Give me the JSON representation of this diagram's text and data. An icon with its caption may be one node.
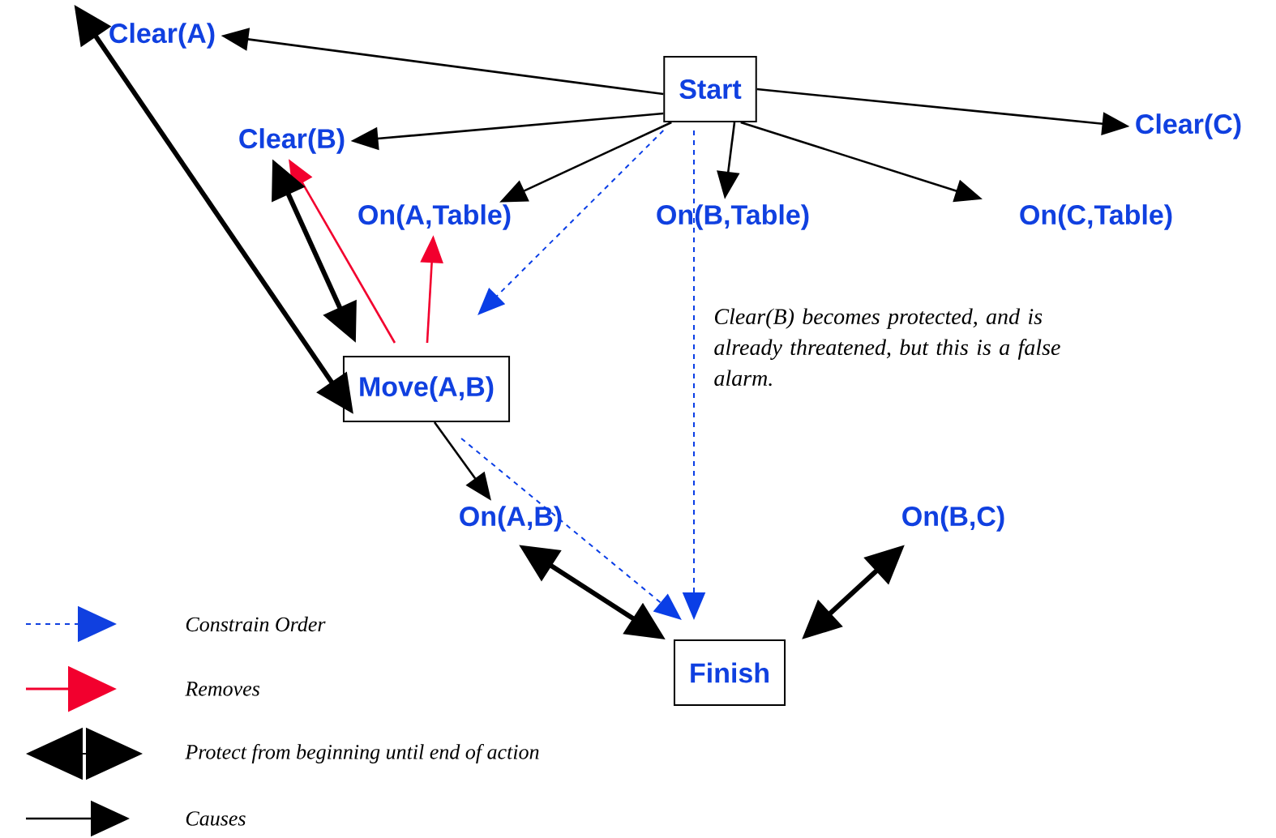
{
  "diagram": {
    "nodes": [
      {
        "text": [
          "Start"
        ]
      },
      {
        "text": [
          "Clear(A)"
        ]
      },
      {
        "text": [
          "Clear(B)"
        ]
      },
      {
        "text": [
          "On(A,Table)"
        ]
      },
      {
        "text": [
          "On(B,Table)"
        ]
      },
      {
        "text": [
          "On(C,Table)"
        ]
      },
      {
        "text": [
          "Clear(C)"
        ]
      },
      {
        "text": [
          "Move(A,B)"
        ]
      },
      {
        "text": [
          "On(A,B)"
        ]
      },
      {
        "text": [
          "On(B,C)"
        ]
      },
      {
        "text": [
          "Finish"
        ]
      }
    ],
    "edges": [
      {
        "from": 0,
        "to": 1,
        "arrow": "to"
      },
      {
        "from": 0,
        "to": 2,
        "arrow": "to"
      },
      {
        "from": 0,
        "to": 3,
        "arrow": "to"
      },
      {
        "from": 0,
        "to": 4,
        "arrow": "to"
      },
      {
        "from": 0,
        "to": 5,
        "arrow": "to"
      },
      {
        "from": 0,
        "to": 6,
        "arrow": "to"
      },
      {
        "from": 0,
        "to": 7,
        "arrow": "to",
        "style": "dashed",
        "color": "#0a3ee6"
      },
      {
        "from": 0,
        "to": 10,
        "arrow": "to",
        "style": "dashed",
        "color": "#0a3ee6"
      },
      {
        "from": 7,
        "to": 2,
        "arrow": "to",
        "color": "#f2002e"
      },
      {
        "from": 7,
        "to": 3,
        "arrow": "to",
        "color": "#f2002e"
      },
      {
        "from": 1,
        "to": 7,
        "arrow": "both",
        "style": "thick"
      },
      {
        "from": 2,
        "to": 7,
        "arrow": "both",
        "style": "thick"
      },
      {
        "from": 7,
        "to": 8,
        "arrow": "to"
      },
      {
        "from": 7,
        "to": 10,
        "arrow": "to",
        "style": "dashed",
        "color": "#0a3ee6"
      },
      {
        "from": 8,
        "to": 10,
        "arrow": "both",
        "style": "thick"
      },
      {
        "from": 9,
        "to": 10,
        "arrow": "both",
        "style": "thick"
      }
    ],
    "labels": [
      "Clear(B) becomes protected, and is already threatened, but this is a false alarm."
    ],
    "legend": [
      {
        "text": "Constrain Order"
      },
      {
        "text": "Removes"
      },
      {
        "text": "Protect from beginning until end of action"
      },
      {
        "text": "Causes"
      }
    ]
  }
}
